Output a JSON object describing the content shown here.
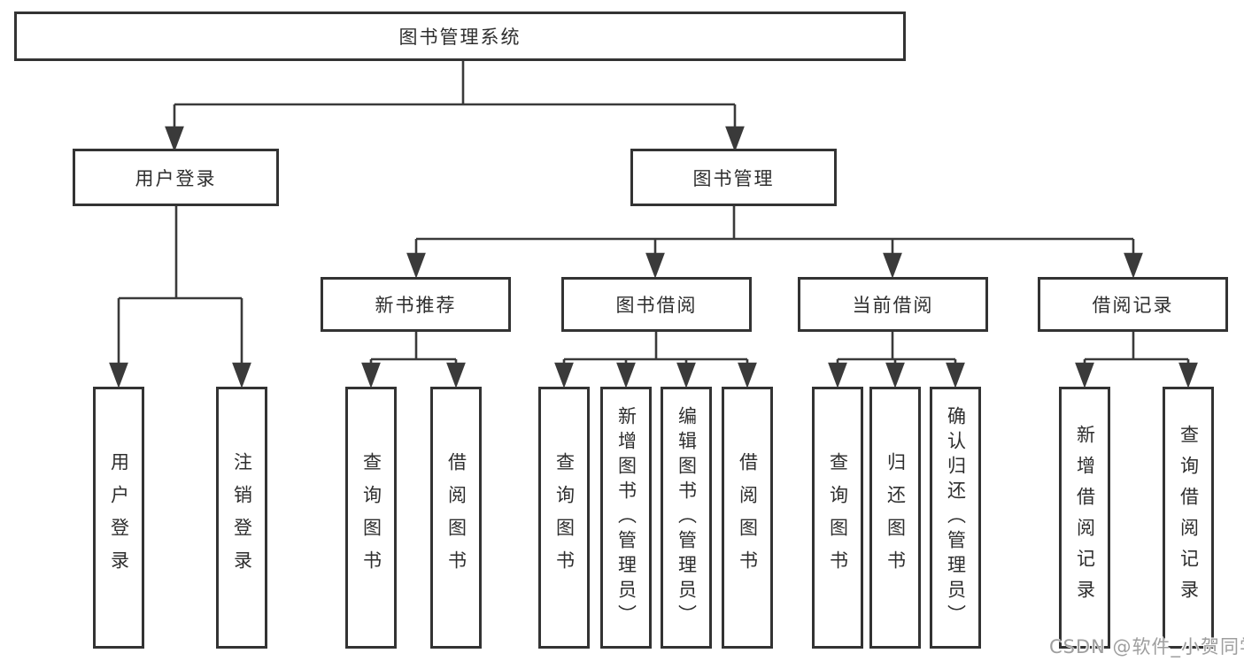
{
  "tree": {
    "label": "图书管理系统",
    "children": [
      {
        "label": "用户登录",
        "children": [
          {
            "label": "用户登录"
          },
          {
            "label": "注销登录"
          }
        ]
      },
      {
        "label": "图书管理",
        "children": [
          {
            "label": "新书推荐",
            "children": [
              {
                "label": "查询图书"
              },
              {
                "label": "借阅图书"
              }
            ]
          },
          {
            "label": "图书借阅",
            "children": [
              {
                "label": "查询图书"
              },
              {
                "label": "新增图书（管理员）"
              },
              {
                "label": "编辑图书（管理员）"
              },
              {
                "label": "借阅图书"
              }
            ]
          },
          {
            "label": "当前借阅",
            "children": [
              {
                "label": "查询图书"
              },
              {
                "label": "归还图书"
              },
              {
                "label": "确认归还（管理员）"
              }
            ]
          },
          {
            "label": "借阅记录",
            "children": [
              {
                "label": "新增借阅记录"
              },
              {
                "label": "查询借阅记录"
              }
            ]
          }
        ]
      }
    ]
  },
  "watermark": "CSDN @软件_小贺同学",
  "colors": {
    "line": "#3a3a3a",
    "box_border": "#333333",
    "text": "#2e2e2e",
    "watermark": "#9e9e9e",
    "background": "#ffffff"
  }
}
